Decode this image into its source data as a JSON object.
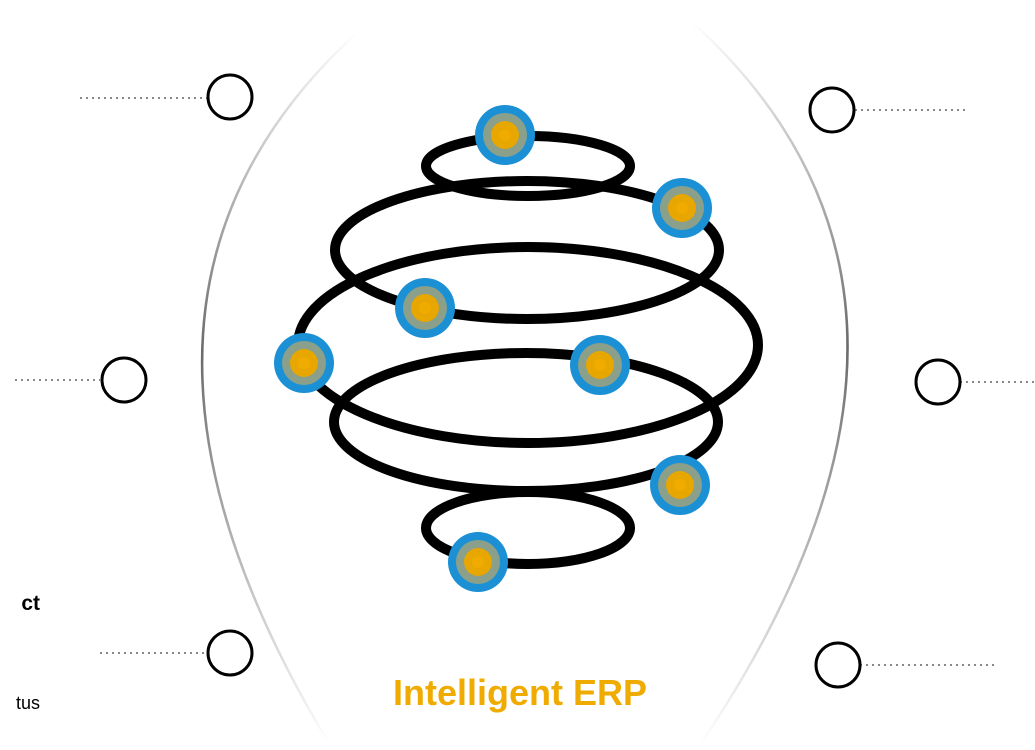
{
  "caption": {
    "text": "Intelligent ERP",
    "color": "#f0ab00"
  },
  "edge_fragments": {
    "left_heading": "ct",
    "left_text": "tus"
  },
  "colors": {
    "rings": "#000000",
    "outer_circle": "#777777",
    "connector_dots": "#888888",
    "node_outer": "#1b90d4",
    "node_middle": "#8aa08a",
    "node_inner": "#e8a600",
    "node_center": "#f0ab00",
    "marker_fill": "#ffffff",
    "marker_stroke": "#000000"
  },
  "nodes": [
    {
      "name": "top"
    },
    {
      "name": "upper-right"
    },
    {
      "name": "middle-left-inner"
    },
    {
      "name": "far-left"
    },
    {
      "name": "middle-right"
    },
    {
      "name": "lower-right"
    },
    {
      "name": "bottom"
    }
  ],
  "side_markers": [
    {
      "name": "top-left"
    },
    {
      "name": "top-right"
    },
    {
      "name": "middle-left"
    },
    {
      "name": "middle-right"
    },
    {
      "name": "bottom-left"
    },
    {
      "name": "bottom-right"
    }
  ]
}
